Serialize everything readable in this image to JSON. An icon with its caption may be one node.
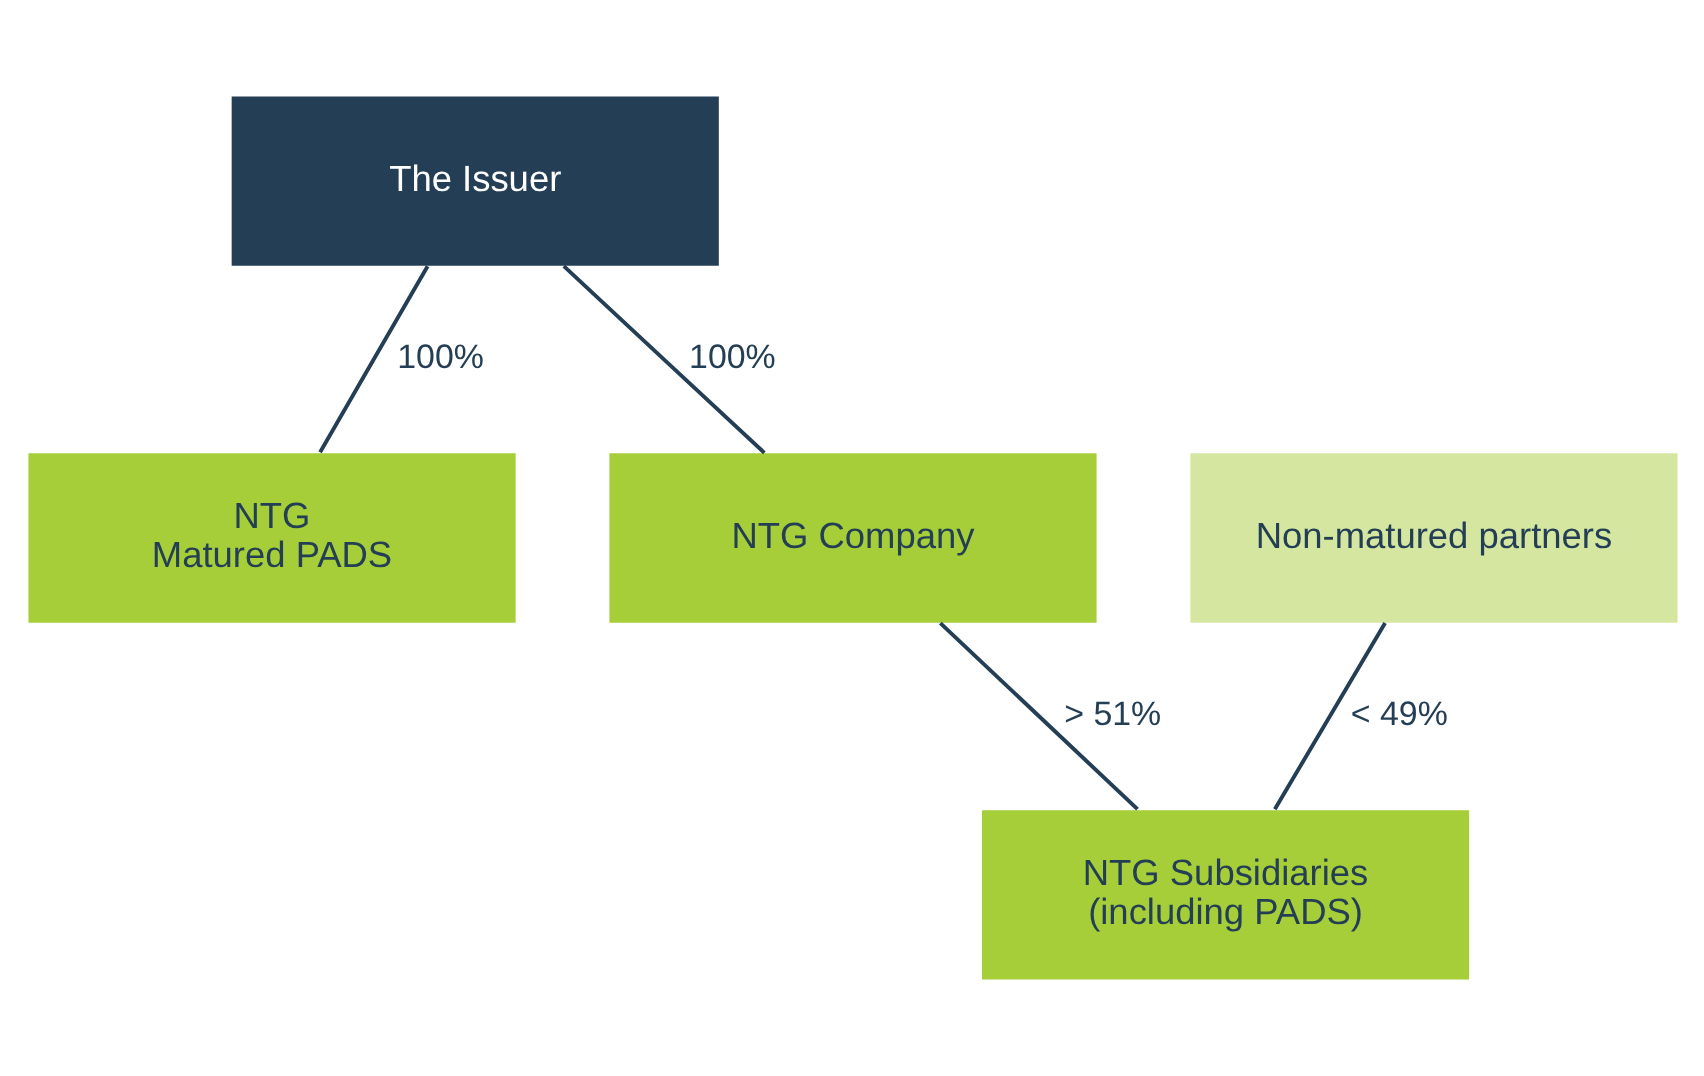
{
  "diagram": {
    "nodes": [
      {
        "text": [
          "The Issuer"
        ]
      },
      {
        "text": [
          "NTG Matured PADS"
        ]
      },
      {
        "text": [
          "NTG Company"
        ]
      },
      {
        "text": [
          "Non-matured partners"
        ]
      },
      {
        "text": [
          "NTG Subsidiaries (including PADS)"
        ]
      }
    ],
    "edges": [
      {
        "from": 0,
        "to": 1,
        "arrow": "none",
        "label": "100%"
      },
      {
        "from": 0,
        "to": 2,
        "arrow": "none",
        "label": "100%"
      },
      {
        "from": 2,
        "to": 4,
        "arrow": "none",
        "label": "> 51%"
      },
      {
        "from": 3,
        "to": 4,
        "arrow": "none",
        "label": "< 49%"
      }
    ]
  }
}
